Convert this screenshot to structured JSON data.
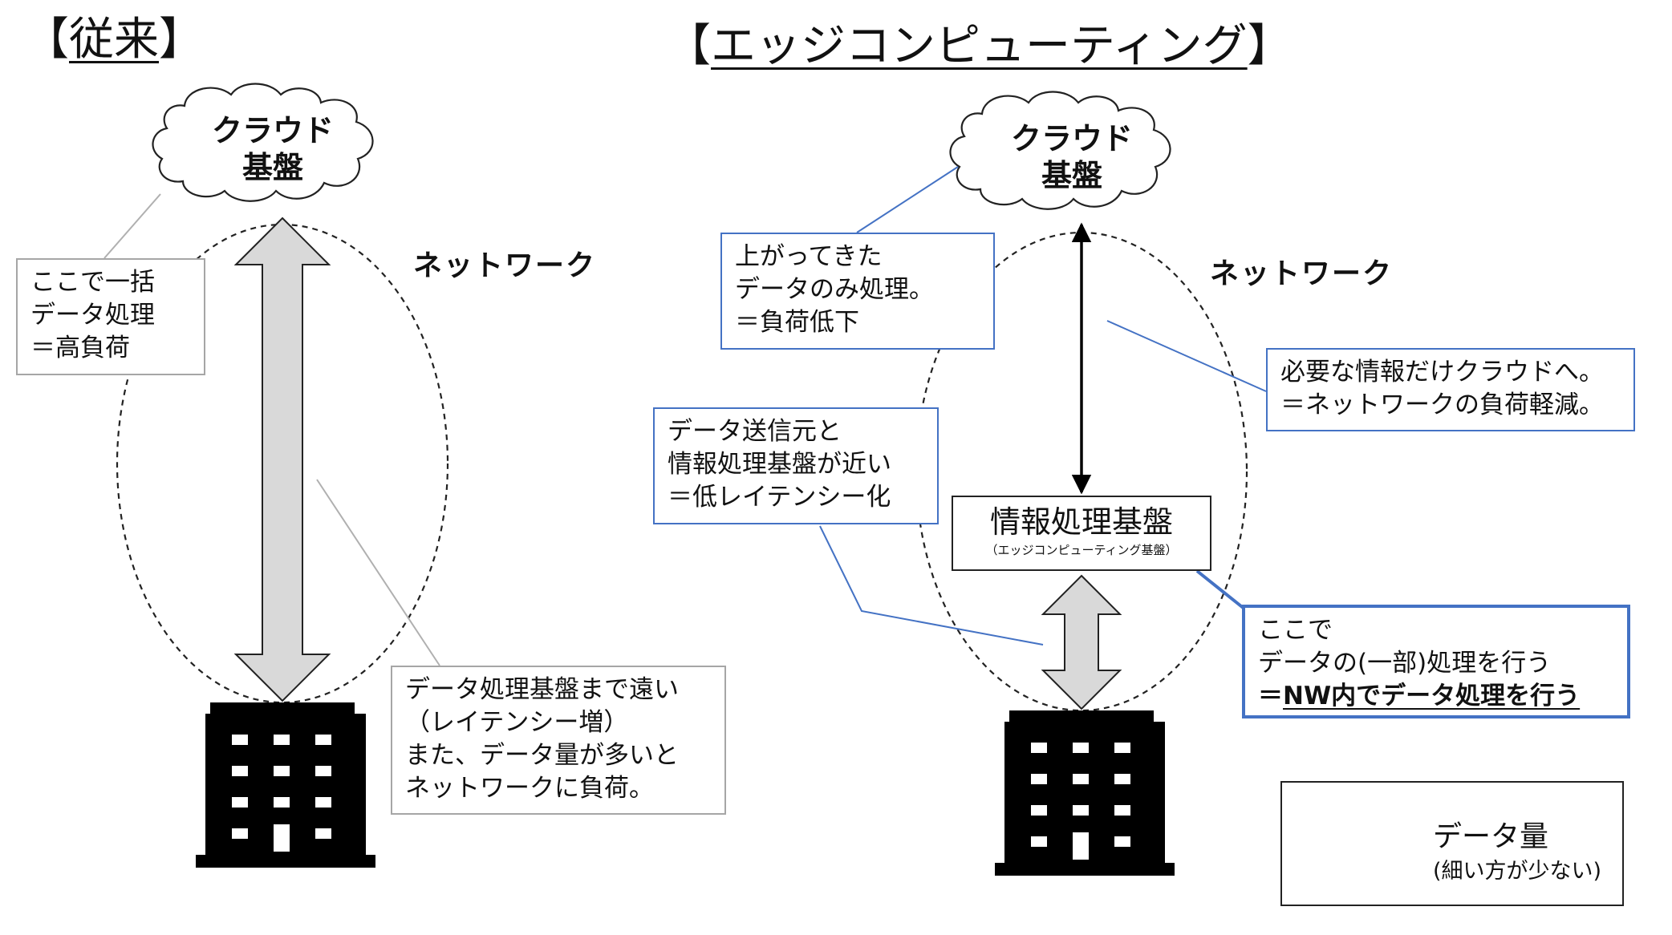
{
  "left_panel": {
    "title_open": "【",
    "title": "従来",
    "title_close": "】",
    "cloud_line1": "クラウド",
    "cloud_line2": "基盤",
    "network_label": "ネットワーク",
    "callout_top": [
      "ここで一括",
      "データ処理",
      "＝高負荷"
    ],
    "callout_bottom": [
      "データ処理基盤まで遠い",
      "（レイテンシー増）",
      "また、データ量が多いと",
      "ネットワークに負荷。"
    ]
  },
  "right_panel": {
    "title_open": "【",
    "title": "エッジコンピューティング",
    "title_close": "】",
    "cloud_line1": "クラウド",
    "cloud_line2": "基盤",
    "network_label": "ネットワーク",
    "callout_cloud": [
      "上がってきた",
      "データのみ処理。",
      "＝負荷低下"
    ],
    "callout_network": [
      "必要な情報だけクラウドへ。",
      "＝ネットワークの負荷軽減。"
    ],
    "callout_latency": [
      "データ送信元と",
      "情報処理基盤が近い",
      "＝低レイテンシー化"
    ],
    "edge_box_main": "情報処理基盤",
    "edge_box_sub": "（エッジコンピューティング基盤）",
    "callout_edge_line1": "ここで",
    "callout_edge_line2": "データの(一部)処理を行う",
    "callout_edge_line3_prefix": "＝",
    "callout_edge_line3": "NW内でデータ処理を行う"
  },
  "legend": {
    "label": "データ量",
    "note": "(細い方が少ない)"
  },
  "colors": {
    "accent_blue": "#4472c4",
    "arrow_fill": "#d9d9d9",
    "callout_gray": "#a6a6a6",
    "building": "#000000"
  },
  "icons": {
    "building": "building-icon",
    "cloud": "cloud-shape",
    "arrow": "double-arrow"
  }
}
